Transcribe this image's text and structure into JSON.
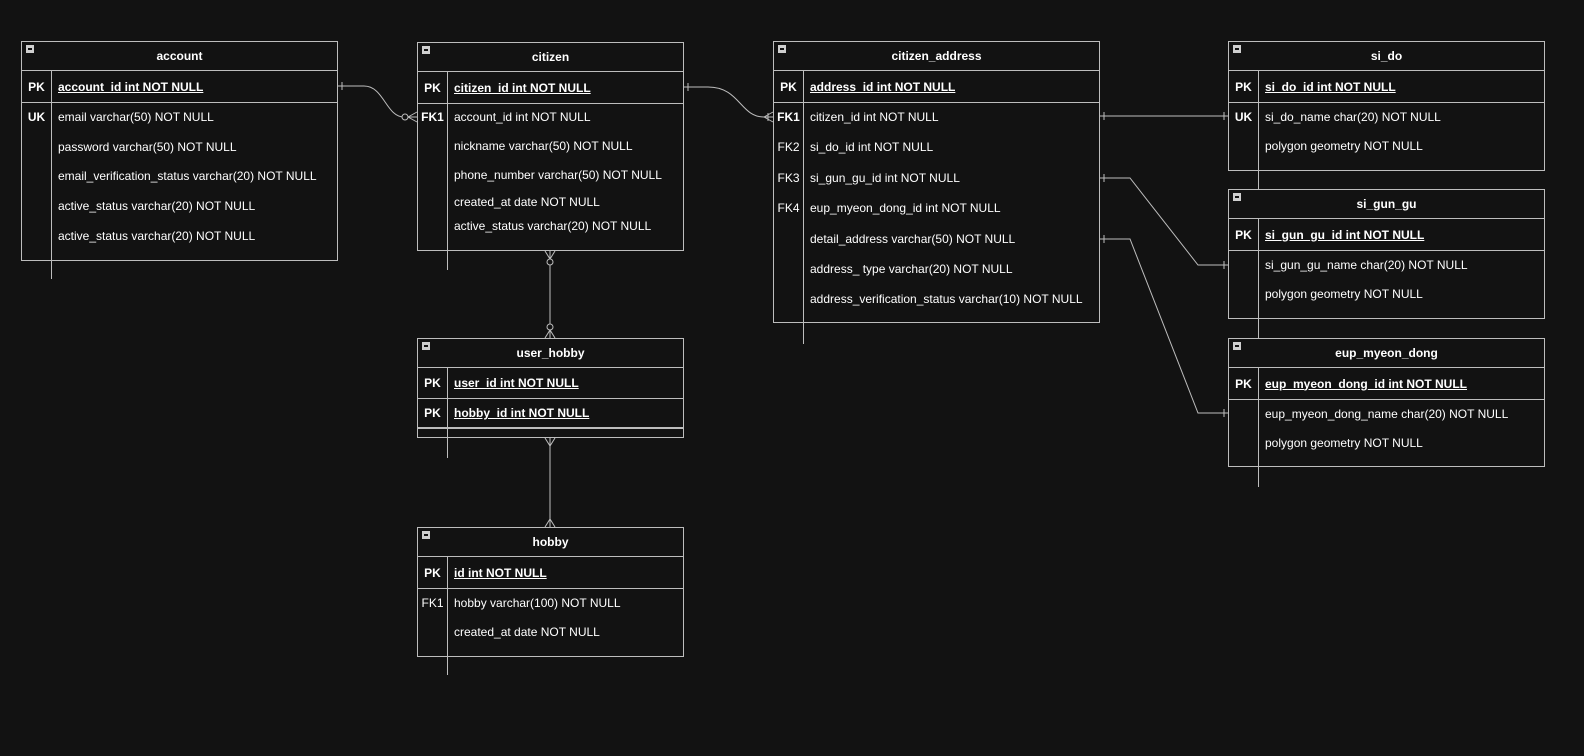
{
  "entities": [
    {
      "id": "account",
      "title": "account",
      "rows": [
        {
          "key": "PK",
          "field": "account_id int NOT NULL",
          "pk": true
        },
        {
          "key": "UK",
          "field": "email varchar(50) NOT NULL"
        },
        {
          "key": "",
          "field": "password varchar(50) NOT NULL"
        },
        {
          "key": "",
          "field": "email_verification_status varchar(20) NOT NULL"
        },
        {
          "key": "",
          "field": "active_status varchar(20) NOT NULL"
        },
        {
          "key": "",
          "field": "active_status varchar(20) NOT NULL"
        }
      ]
    },
    {
      "id": "citizen",
      "title": "citizen",
      "rows": [
        {
          "key": "PK",
          "field": "citizen_id int NOT NULL",
          "pk": true
        },
        {
          "key": "FK1",
          "field": "account_id int NOT NULL"
        },
        {
          "key": "",
          "field": "nickname varchar(50) NOT NULL"
        },
        {
          "key": "",
          "field": "phone_number varchar(50) NOT NULL"
        },
        {
          "key": "",
          "field": "created_at date NOT NULL"
        },
        {
          "key": "",
          "field": "active_status varchar(20) NOT NULL"
        }
      ]
    },
    {
      "id": "citizen_address",
      "title": "citizen_address",
      "rows": [
        {
          "key": "PK",
          "field": "address_id int NOT NULL",
          "pk": true
        },
        {
          "key": "FK1",
          "field": "citizen_id int NOT NULL"
        },
        {
          "key": "FK2",
          "field": "si_do_id int NOT NULL"
        },
        {
          "key": "FK3",
          "field": "si_gun_gu_id int NOT NULL"
        },
        {
          "key": "FK4",
          "field": "eup_myeon_dong_id int NOT NULL"
        },
        {
          "key": "",
          "field": "detail_address varchar(50) NOT NULL"
        },
        {
          "key": "",
          "field": "address_ type varchar(20) NOT NULL"
        },
        {
          "key": "",
          "field": "address_verification_status varchar(10) NOT NULL"
        }
      ]
    },
    {
      "id": "si_do",
      "title": "si_do",
      "rows": [
        {
          "key": "PK",
          "field": "si_do_id int NOT NULL",
          "pk": true
        },
        {
          "key": "UK",
          "field": "si_do_name char(20) NOT NULL"
        },
        {
          "key": "",
          "field": "polygon geometry NOT NULL"
        }
      ]
    },
    {
      "id": "si_gun_gu",
      "title": "si_gun_gu",
      "rows": [
        {
          "key": "PK",
          "field": "si_gun_gu_id int NOT NULL",
          "pk": true
        },
        {
          "key": "",
          "field": "si_gun_gu_name char(20) NOT NULL"
        },
        {
          "key": "",
          "field": "polygon geometry NOT NULL"
        }
      ]
    },
    {
      "id": "eup_myeon_dong",
      "title": "eup_myeon_dong",
      "rows": [
        {
          "key": "PK",
          "field": "eup_myeon_dong_id int NOT NULL",
          "pk": true
        },
        {
          "key": "",
          "field": "eup_myeon_dong_name char(20) NOT NULL"
        },
        {
          "key": "",
          "field": "polygon geometry NOT NULL"
        }
      ]
    },
    {
      "id": "user_hobby",
      "title": "user_hobby",
      "rows": [
        {
          "key": "PK",
          "field": "user_id int NOT NULL",
          "pk": true
        },
        {
          "key": "PK",
          "field": "hobby_id int NOT NULL",
          "pk": true
        }
      ]
    },
    {
      "id": "hobby",
      "title": "hobby",
      "rows": [
        {
          "key": "PK",
          "field": "id int NOT NULL",
          "pk": true
        },
        {
          "key": "FK1",
          "field": "hobby varchar(100) NOT NULL"
        },
        {
          "key": "",
          "field": "created_at date NOT NULL"
        }
      ]
    }
  ],
  "relationships": [
    {
      "from": "account",
      "to": "citizen",
      "from_cardinality": "one",
      "to_cardinality": "zero-or-many"
    },
    {
      "from": "citizen",
      "to": "citizen_address",
      "from_cardinality": "one",
      "to_cardinality": "one-or-many"
    },
    {
      "from": "citizen_address",
      "to": "si_do",
      "from_cardinality": "one",
      "to_cardinality": "one"
    },
    {
      "from": "citizen_address",
      "to": "si_gun_gu",
      "from_cardinality": "one",
      "to_cardinality": "one"
    },
    {
      "from": "citizen_address",
      "to": "eup_myeon_dong",
      "from_cardinality": "one",
      "to_cardinality": "one"
    },
    {
      "from": "citizen",
      "to": "user_hobby",
      "from_cardinality": "zero-or-many",
      "to_cardinality": "zero-or-many"
    },
    {
      "from": "user_hobby",
      "to": "hobby",
      "from_cardinality": "many",
      "to_cardinality": "many"
    }
  ],
  "colors": {
    "background": "#121212",
    "line": "#bdbdbd",
    "text": "#ffffff"
  }
}
